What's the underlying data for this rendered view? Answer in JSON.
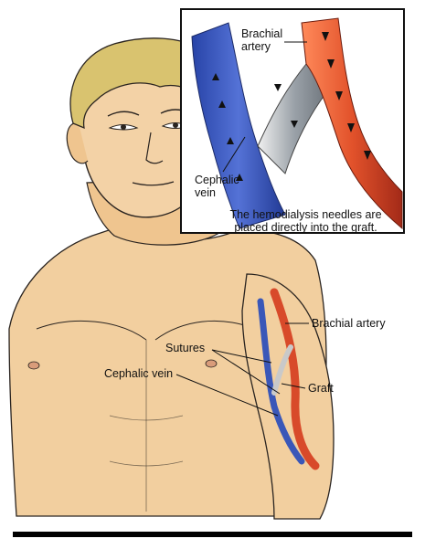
{
  "inset": {
    "brachial_artery_label": "Brachial\nartery",
    "cephalic_vein_label": "Cephalic\nvein",
    "caption_line1": "The hemodialysis needles are",
    "caption_line2": "placed directly into the graft."
  },
  "figure": {
    "brachial_artery_label": "Brachial artery",
    "sutures_label": "Sutures",
    "cephalic_vein_label": "Cephalic vein",
    "graft_label": "Graft"
  },
  "colors": {
    "artery": "#d84a2a",
    "vein": "#3a57b8",
    "graft": "#c9c9c9",
    "skin": "#f2cf9f",
    "hair": "#d9c36f",
    "outline": "#2a2420"
  }
}
